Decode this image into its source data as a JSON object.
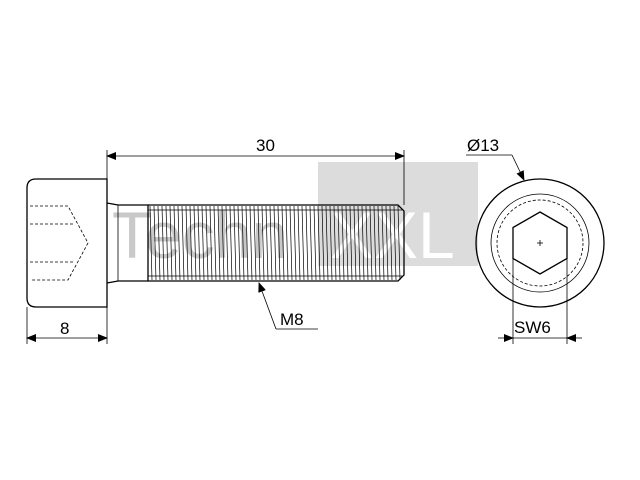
{
  "dimensions": {
    "length": "30",
    "head_height": "8",
    "thread": "M8",
    "head_diameter": "Ø13",
    "socket": "SW6"
  },
  "watermark": {
    "left_text": "Techn",
    "right_text": "XXL"
  },
  "colors": {
    "line": "#000000",
    "watermark_block": "#dcdcdc",
    "watermark_text": "#c9c9c9"
  }
}
